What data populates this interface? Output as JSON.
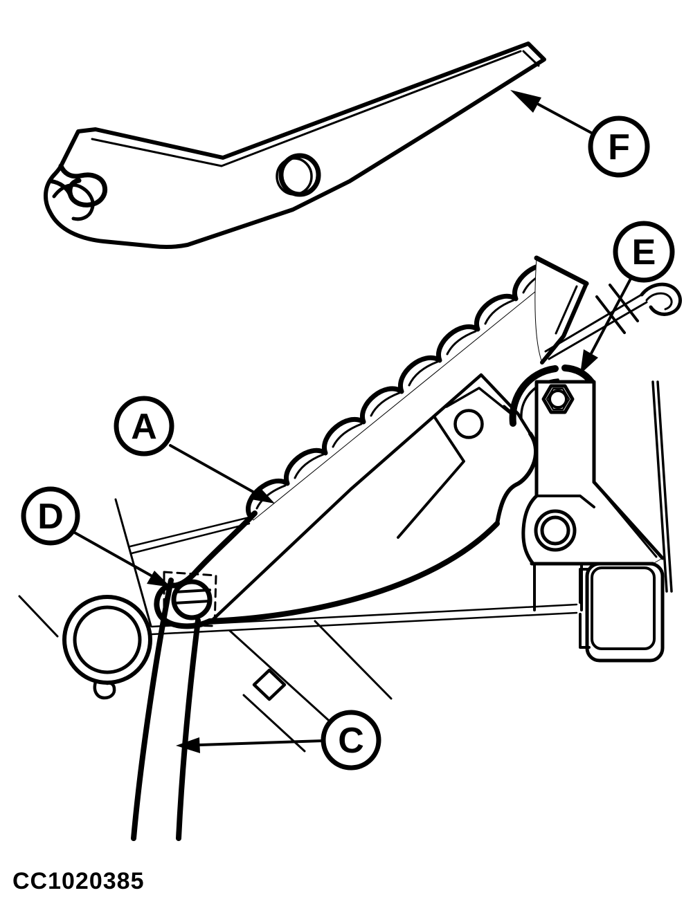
{
  "figure": {
    "code": "CC1020385",
    "ink": "#000000",
    "background": "#ffffff"
  },
  "callouts": [
    {
      "letter": "A"
    },
    {
      "letter": "C"
    },
    {
      "letter": "D"
    },
    {
      "letter": "E"
    },
    {
      "letter": "F"
    }
  ]
}
